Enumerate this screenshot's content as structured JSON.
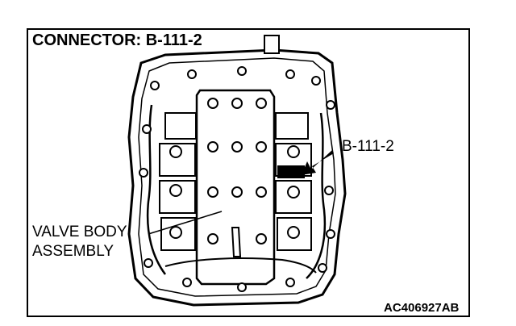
{
  "title": "CONNECTOR: B-111-2",
  "callouts": {
    "connector": "B-111-2",
    "valve_body_line1": "VALVE BODY",
    "valve_body_line2": "ASSEMBLY"
  },
  "figure_code": "AC406927AB",
  "colors": {
    "ink": "#000000",
    "paper": "#ffffff"
  }
}
